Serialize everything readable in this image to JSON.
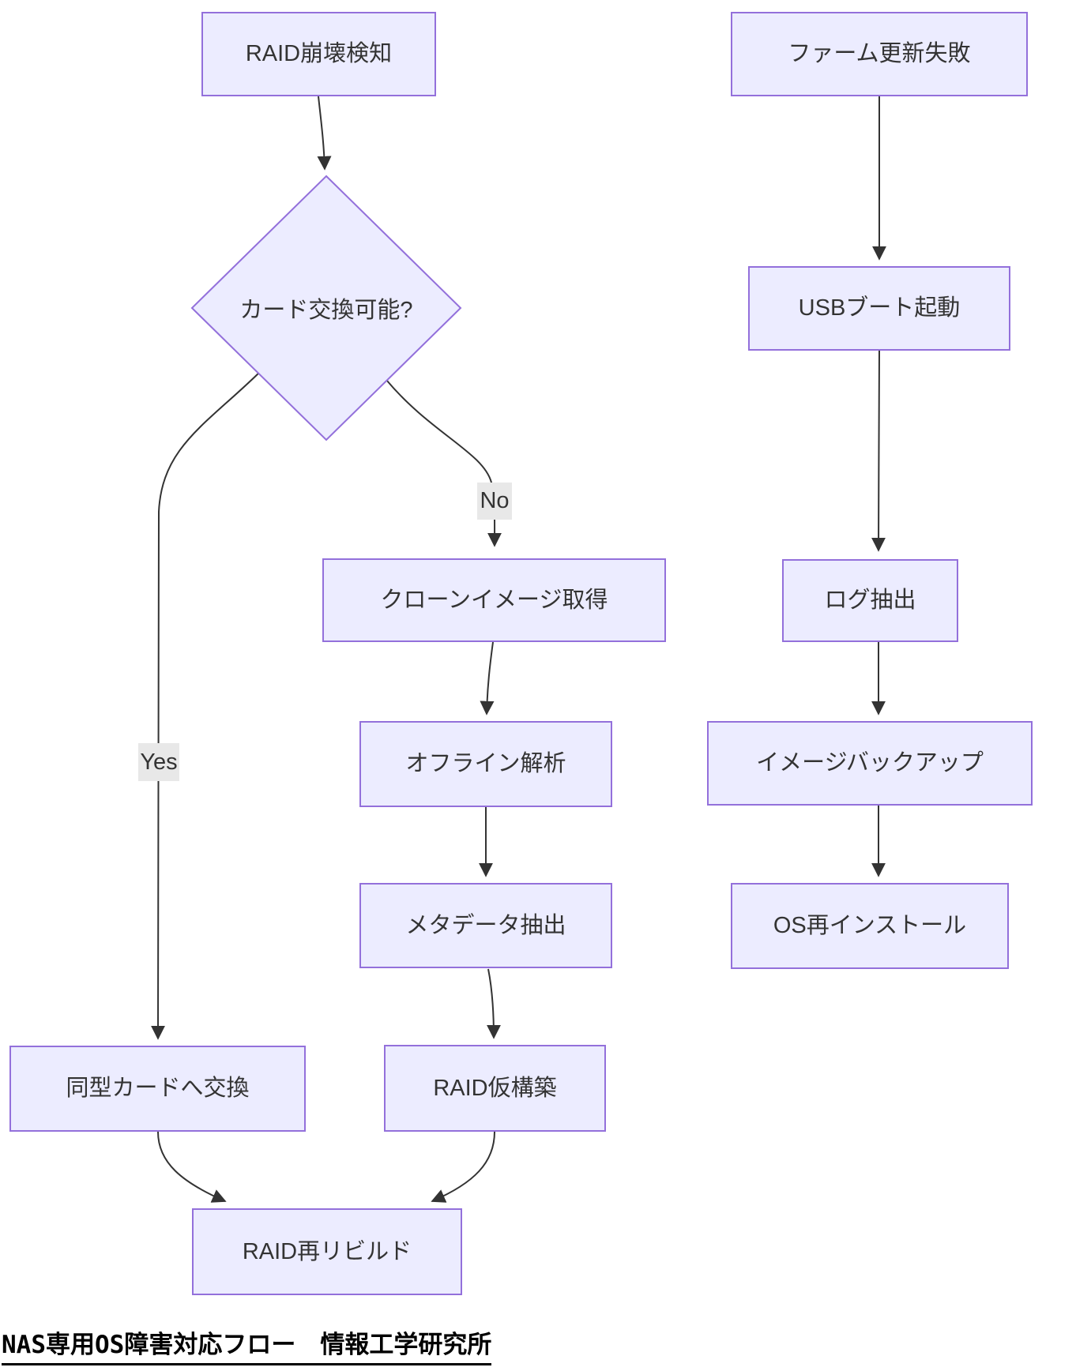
{
  "diagram": {
    "title": "NAS専用OS障害対応フロー　情報工学研究所",
    "nodes": {
      "raid_detect": {
        "label": "RAID崩壊検知"
      },
      "card_decision": {
        "label": "カード交換可能?"
      },
      "clone_image": {
        "label": "クローンイメージ取得"
      },
      "offline_analysis": {
        "label": "オフライン解析"
      },
      "metadata_extract": {
        "label": "メタデータ抽出"
      },
      "raid_temp_build": {
        "label": "RAID仮構築"
      },
      "card_replace": {
        "label": "同型カードへ交換"
      },
      "raid_rebuild": {
        "label": "RAID再リビルド"
      },
      "firmware_fail": {
        "label": "ファーム更新失敗"
      },
      "usb_boot": {
        "label": "USBブート起動"
      },
      "log_extract": {
        "label": "ログ抽出"
      },
      "image_backup": {
        "label": "イメージバックアップ"
      },
      "os_reinstall": {
        "label": "OS再インストール"
      }
    },
    "edge_labels": {
      "yes": "Yes",
      "no": "No"
    },
    "colors": {
      "node_fill": "#ECECFF",
      "node_border": "#9370DB",
      "edge": "#333333",
      "edge_label_bg": "#e8e8e8",
      "text": "#333333"
    }
  }
}
